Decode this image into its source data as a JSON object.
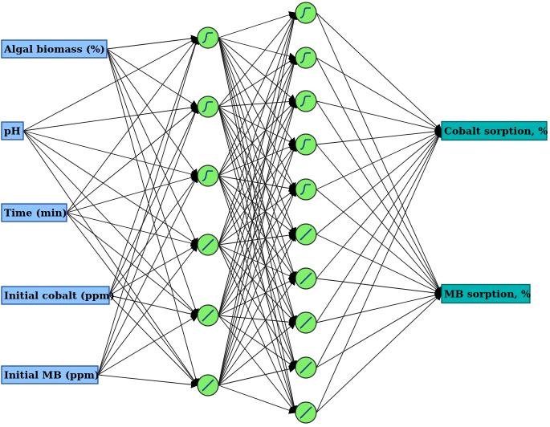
{
  "inputs": [
    "Algal biomass (%)",
    "pH",
    "Time (min)",
    "Initial cobalt (ppm)",
    "Initial MB (ppm)"
  ],
  "hidden1": [
    "sigmoid",
    "sigmoid",
    "sigmoid",
    "linear",
    "linear",
    "linear"
  ],
  "hidden2": [
    "sigmoid",
    "sigmoid",
    "sigmoid",
    "sigmoid",
    "sigmoid",
    "linear",
    "linear",
    "linear",
    "linear",
    "linear"
  ],
  "outputs": [
    "Cobalt sorption, %",
    "MB sorption, %"
  ],
  "colors": {
    "input_fill": "#8ec5ff",
    "input_border": "#1f4ea8",
    "output_fill": "#00b3b3",
    "output_border": "#005f5f",
    "node_fill": "#7ef06a",
    "edge": "#1a1a1a"
  }
}
